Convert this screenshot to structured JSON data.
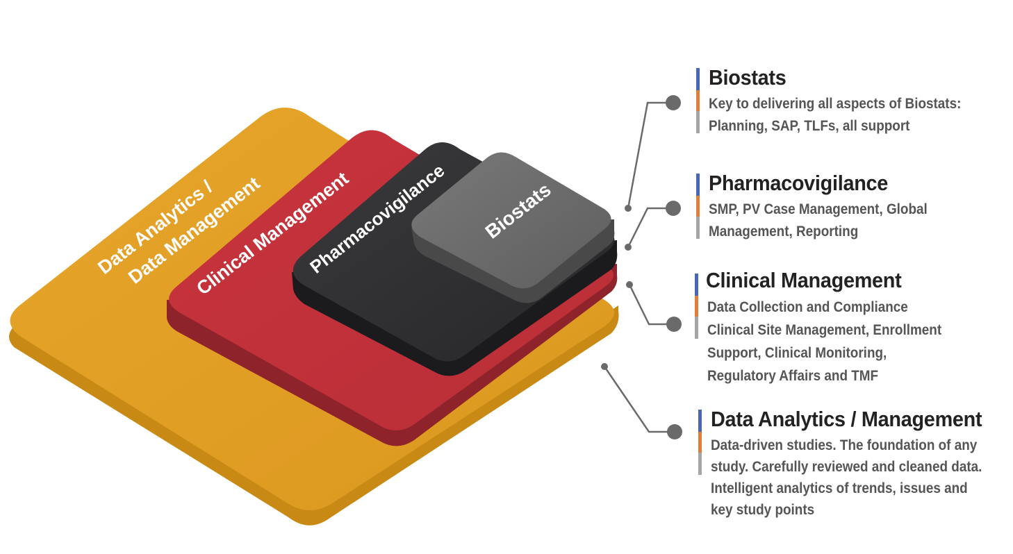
{
  "layers": [
    {
      "label_lines": [
        "Data Analytics /",
        "Data Management"
      ],
      "color": "#e09b22",
      "side_color": "#c98a12"
    },
    {
      "label_lines": [
        "Clinical Management"
      ],
      "color": "#c1313a",
      "side_color": "#8e232b"
    },
    {
      "label_lines": [
        "Pharmacovigilance"
      ],
      "color": "#2f2f31",
      "side_color": "#1c1c1e"
    },
    {
      "label_lines": [
        "Biostats"
      ],
      "color": "#6b6a6a",
      "side_color": "#4d4d4d"
    }
  ],
  "panels": [
    {
      "title": "Biostats",
      "desc_lines": [
        "Key to delivering all aspects of Biostats:",
        "Planning, SAP, TLFs, all support"
      ]
    },
    {
      "title": "Pharmacovigilance",
      "desc_lines": [
        "SMP, PV Case Management, Global",
        "Management, Reporting"
      ]
    },
    {
      "title": "Clinical Management",
      "desc_lines": [
        "Data Collection and Compliance",
        "Clinical Site Management, Enrollment",
        "Support, Clinical Monitoring,",
        "Regulatory Affairs and TMF"
      ]
    },
    {
      "title": "Data Analytics / Management",
      "desc_lines": [
        "Data-driven studies. The foundation of any",
        "study. Carefully reviewed and cleaned data.",
        "Intelligent analytics of trends, issues and",
        "key study points"
      ]
    }
  ],
  "accent_colors": {
    "blue": "#4a67b4",
    "orange": "#e07f3c",
    "gray": "#a6a6a6",
    "connector": "#6a6a6a"
  }
}
